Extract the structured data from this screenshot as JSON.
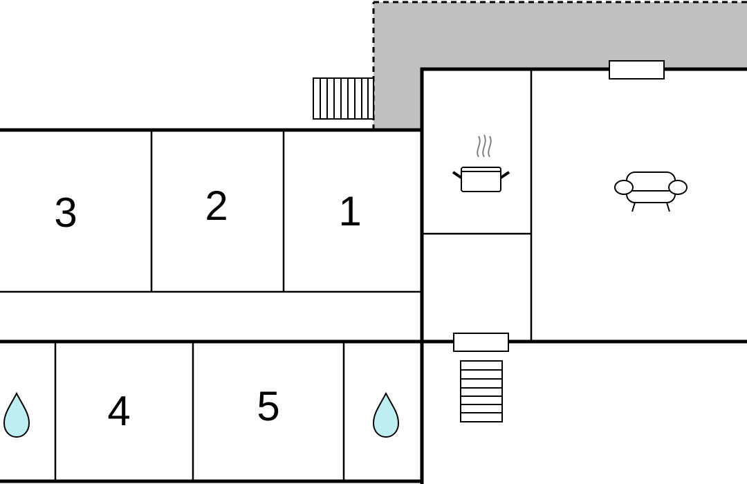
{
  "floor_plan": {
    "colors": {
      "background": "#ffffff",
      "wall": "#000000",
      "terrace": "#c0c0c0",
      "water": "#bfeef2",
      "steam": "#808080"
    },
    "rooms": [
      {
        "id": "bedroom-1",
        "number": "1"
      },
      {
        "id": "bedroom-2",
        "number": "2"
      },
      {
        "id": "bedroom-3",
        "number": "3"
      },
      {
        "id": "bedroom-4",
        "number": "4"
      },
      {
        "id": "bedroom-5",
        "number": "5"
      }
    ],
    "icons": {
      "kitchen": "cooking-pot-icon",
      "living": "sofa-icon",
      "bathroom": "water-drop-icon",
      "stairs": "stairs-icon",
      "window": "window-icon"
    }
  }
}
